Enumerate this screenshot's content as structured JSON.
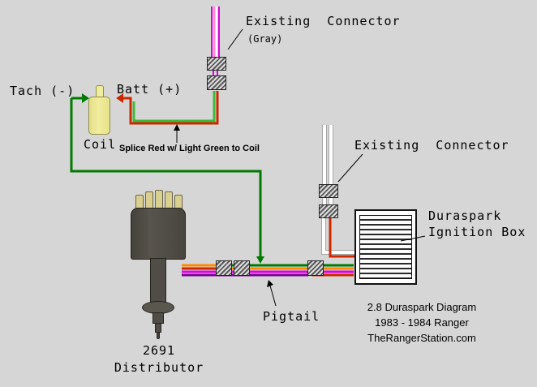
{
  "colors": {
    "background": "#d6d6d6",
    "wire_red": "#cc2800",
    "wire_green": "#007a00",
    "wire_light_green": "#3dbb3d",
    "wire_magenta": "#dd00dd",
    "wire_pink": "#ff8ad0",
    "wire_purple": "#7a0096",
    "wire_orange": "#ff8a00",
    "wire_white": "#ffffff",
    "coil_fill": "#f1ed9e",
    "coil_border": "#8f8f45",
    "distributor_body": "#57544c",
    "prong_fill": "#d9d08f"
  },
  "labels": {
    "existing_connector_top": "Existing  Connector",
    "existing_connector_top_sub": "(Gray)",
    "existing_connector_mid": "Existing  Connector",
    "tach": "Tach (-)",
    "batt": "Batt (+)",
    "coil": "Coil",
    "splice_note": "Splice Red w/ Light Green to Coil",
    "duraspark_line1": "Duraspark",
    "duraspark_line2": "Ignition Box",
    "pigtail": "Pigtail",
    "distributor_line1": "2691",
    "distributor_line2": "Distributor"
  },
  "footer": {
    "line1": "2.8 Duraspark Diagram",
    "line2": "1983 - 1984 Ranger",
    "line3": "TheRangerStation.com"
  }
}
